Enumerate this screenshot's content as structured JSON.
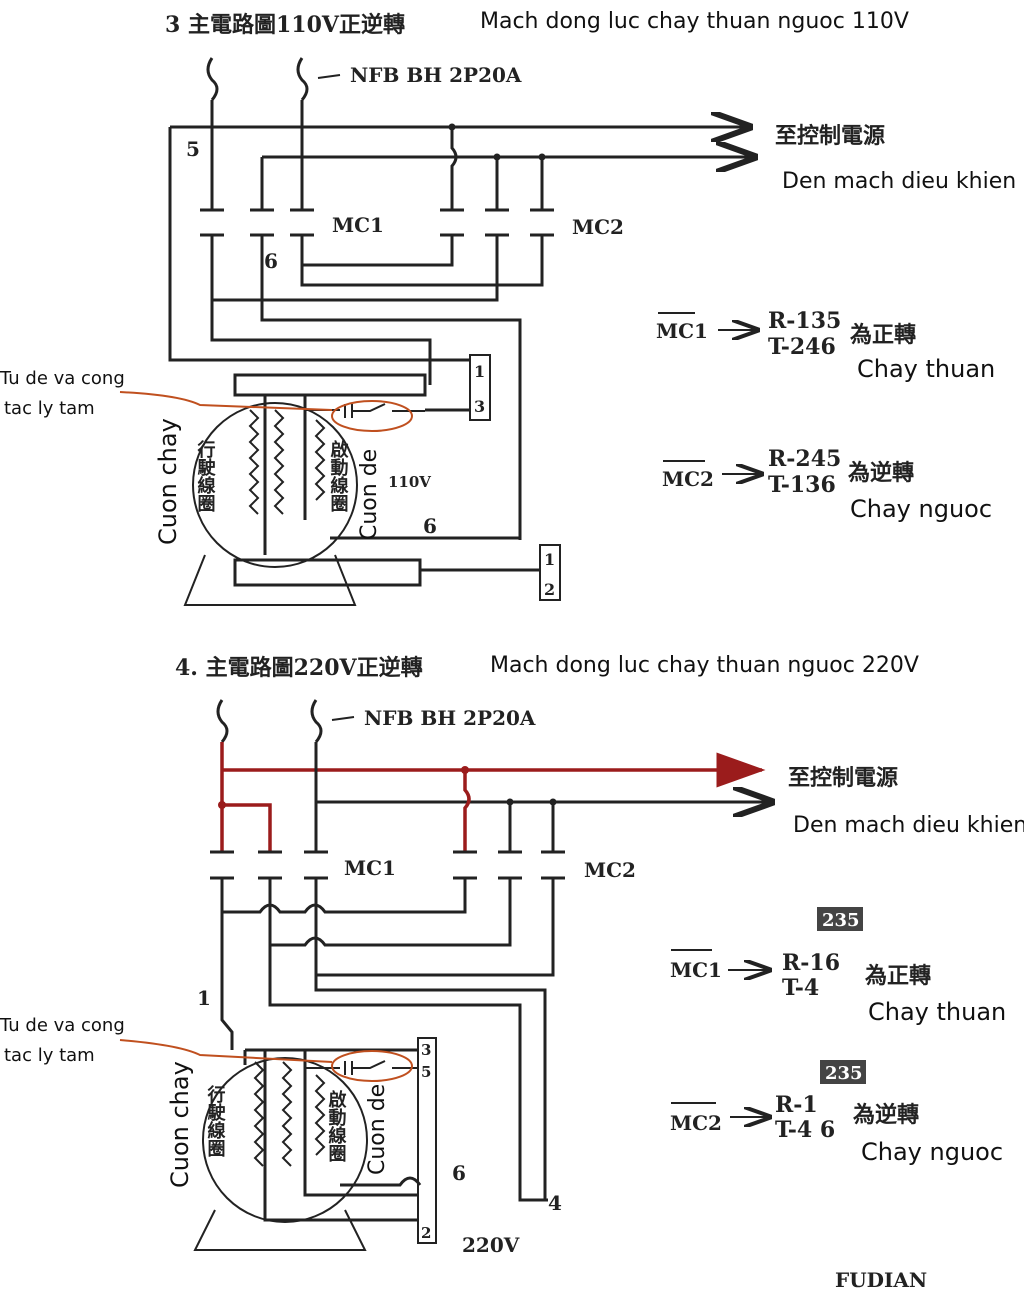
{
  "diagram_110v": {
    "title_cn": "3 主電路圖110V正逆轉",
    "title_vn": "Mach dong luc chay thuan nguoc 110V",
    "breaker": "NFB BH 2P20A",
    "control_cn": "至控制電源",
    "control_vn": "Den mach dieu khien",
    "mc1": "MC1",
    "mc2": "MC2",
    "wire_5": "5",
    "wire_6a": "6",
    "wire_6b": "6",
    "terminal_13": [
      "1",
      "3"
    ],
    "terminal_12": [
      "1",
      "2"
    ],
    "run_coil_cn": "行駛線圈",
    "start_coil_cn": "啟動線圈",
    "voltage": "110V",
    "cap_switch_vn": [
      "Tu de va cong",
      "tac ly tam"
    ],
    "run_coil_vn": "Cuon chay",
    "start_coil_vn": "Cuon de",
    "legend": [
      {
        "contactor": "MC1",
        "r": "R-135",
        "t": "T-246",
        "cn": "為正轉",
        "vn": "Chay thuan"
      },
      {
        "contactor": "MC2",
        "r": "R-245",
        "t": "T-136",
        "cn": "為逆轉",
        "vn": "Chay nguoc"
      }
    ]
  },
  "diagram_220v": {
    "title_cn": "4. 主電路圖220V正逆轉",
    "title_vn": "Mach dong luc chay thuan nguoc 220V",
    "breaker": "NFB BH 2P20A",
    "control_cn": "至控制電源",
    "control_vn": "Den mach dieu khien",
    "mc1": "MC1",
    "mc2": "MC2",
    "wire_1": "1",
    "wire_6": "6",
    "wire_4": "4",
    "terminal_35": [
      "3",
      "5"
    ],
    "terminal_2": "2",
    "run_coil_cn": "行駛線圈",
    "start_coil_cn": "啟動線圈",
    "voltage": "220V",
    "cap_switch_vn": [
      "Tu de va cong",
      "tac ly tam"
    ],
    "run_coil_vn": "Cuon chay",
    "start_coil_vn": "Cuon de",
    "legend": [
      {
        "badge": "235",
        "contactor": "MC1",
        "r": "R-16",
        "t": "T-4",
        "cn": "為正轉",
        "vn": "Chay thuan"
      },
      {
        "badge": "235",
        "contactor": "MC2",
        "r": "R-1",
        "t": "T-4 6",
        "cn": "為逆轉",
        "vn": "Chay nguoc"
      }
    ]
  },
  "brand": "FUDIAN",
  "colors": {
    "wire": "#222222",
    "highlight_wire": "#9b1c1c",
    "annotation": "#c0501f"
  }
}
